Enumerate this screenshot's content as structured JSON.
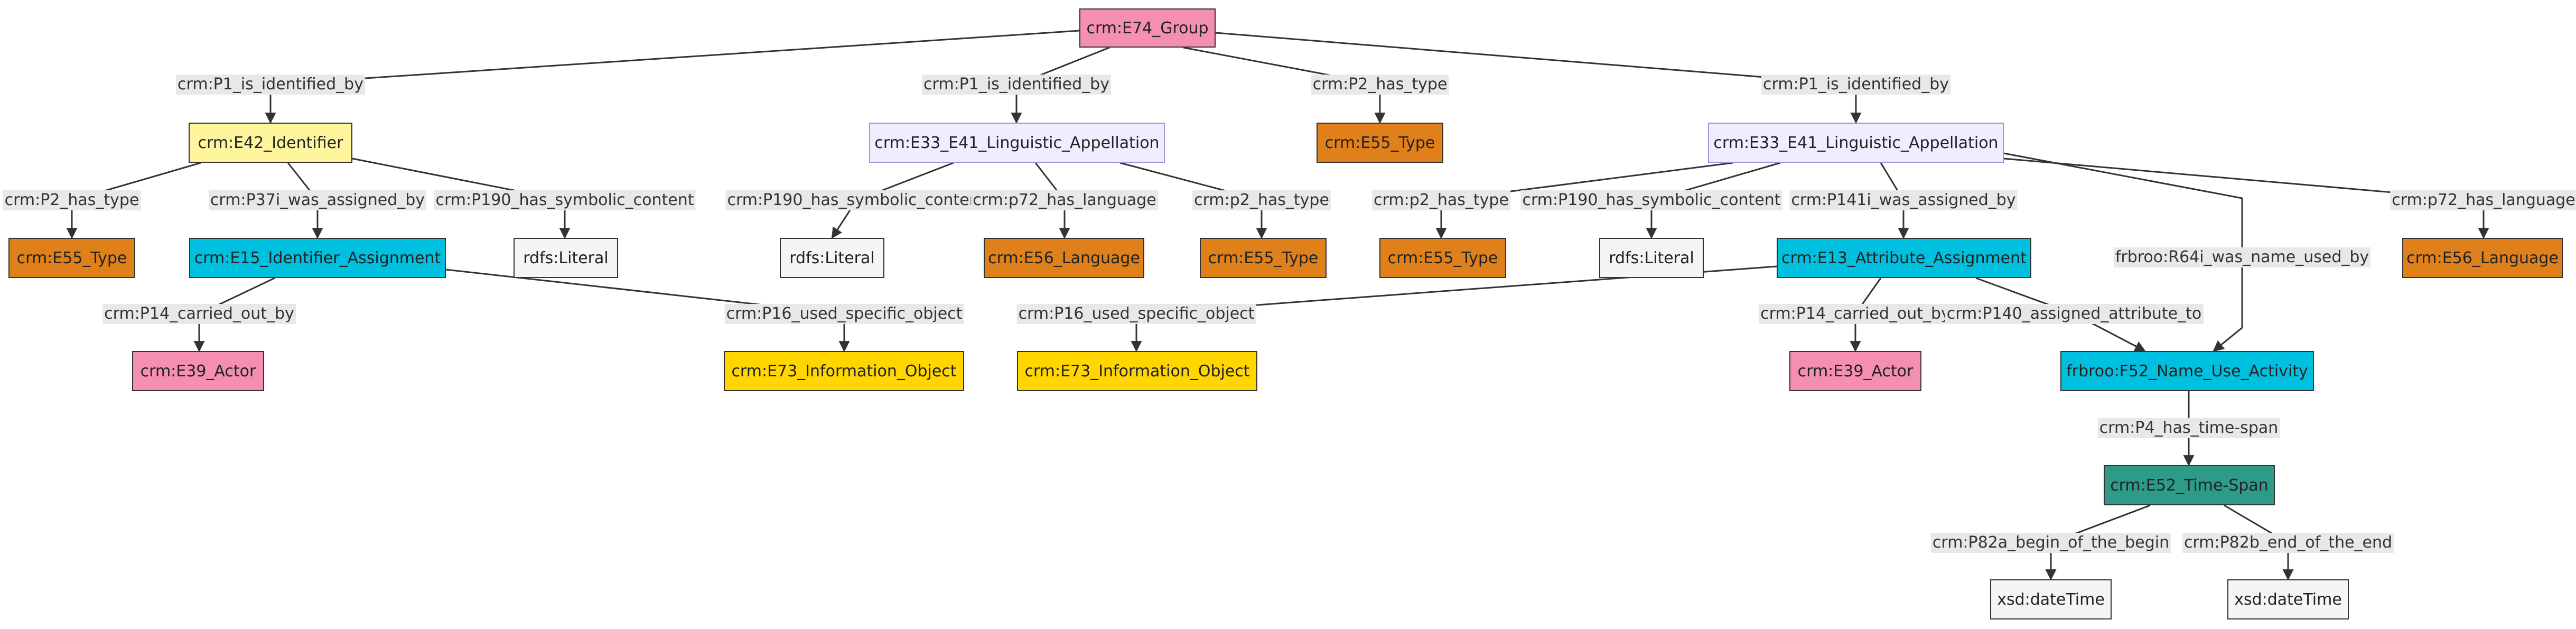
{
  "colors": {
    "pink": "#f48fb1",
    "yellow": "#fff59d",
    "gold": "#ffd600",
    "orange": "#e0801a",
    "cyan": "#00c0e0",
    "teal": "#2e9a88",
    "lavender": "#eeeeff",
    "grey": "#f5f5f5",
    "edge": "#333333",
    "label_bg": "#e8e8e8"
  },
  "nodes": {
    "group": "crm:E74_Group",
    "identifier": "crm:E42_Identifier",
    "appellation_a": "crm:E33_E41_Linguistic_Appellation",
    "type_group": "crm:E55_Type",
    "appellation_b": "crm:E33_E41_Linguistic_Appellation",
    "identifier_type": "crm:E55_Type",
    "identifier_assignment": "crm:E15_Identifier_Assignment",
    "literal_identifier": "rdfs:Literal",
    "literal_a": "rdfs:Literal",
    "language_a": "crm:E56_Language",
    "type_a": "crm:E55_Type",
    "type_b": "crm:E55_Type",
    "literal_b": "rdfs:Literal",
    "attribute_assignment": "crm:E13_Attribute_Assignment",
    "language_b": "crm:E56_Language",
    "actor_a": "crm:E39_Actor",
    "info_object_a": "crm:E73_Information_Object",
    "info_object_b": "crm:E73_Information_Object",
    "actor_b": "crm:E39_Actor",
    "name_use": "frbroo:F52_Name_Use_Activity",
    "time_span": "crm:E52_Time-Span",
    "datetime_begin": "xsd:dateTime",
    "datetime_end": "xsd:dateTime"
  },
  "edges": {
    "e01": "crm:P1_is_identified_by",
    "e02": "crm:P1_is_identified_by",
    "e03": "crm:P2_has_type",
    "e04": "crm:P1_is_identified_by",
    "e05": "crm:P2_has_type",
    "e06": "crm:P37i_was_assigned_by",
    "e07": "crm:P190_has_symbolic_content",
    "e08": "crm:P190_has_symbolic_content",
    "e09": "crm:p72_has_language",
    "e10": "crm:p2_has_type",
    "e11": "crm:p2_has_type",
    "e12": "crm:P190_has_symbolic_content",
    "e13": "crm:P141i_was_assigned_by",
    "e14": "frbroo:R64i_was_name_used_by",
    "e15": "crm:p72_has_language",
    "e16": "crm:P14_carried_out_by",
    "e17": "crm:P16_used_specific_object",
    "e18": "crm:P16_used_specific_object",
    "e19": "crm:P14_carried_out_by",
    "e20": "crm:P140_assigned_attribute_to",
    "e21": "crm:P4_has_time-span",
    "e22": "crm:P82a_begin_of_the_begin",
    "e23": "crm:P82b_end_of_the_end"
  }
}
